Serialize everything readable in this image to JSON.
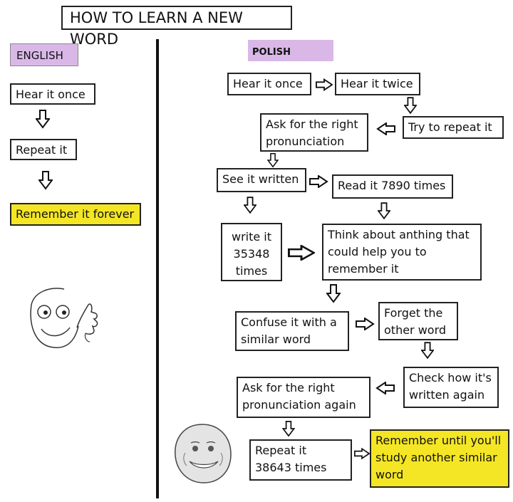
{
  "title": "HOW TO LEARN A NEW WORD",
  "english": {
    "label": "ENGLISH",
    "steps": [
      "Hear it once",
      "Repeat it",
      "Remember it forever"
    ]
  },
  "polish": {
    "label": "POLISH",
    "hear_once": "Hear it once",
    "hear_twice": "Hear it twice",
    "try_repeat": "Try to repeat it",
    "ask_pron": "Ask for the right pronunciation",
    "see_written": "See it written",
    "read_times": "Read it 7890 times",
    "write_times_1": "write it",
    "write_times_2": "35348",
    "write_times_3": "times",
    "think": "Think about anthing that could help you to remember it",
    "confuse": "Confuse it with a similar word",
    "forget": "Forget the other word",
    "check": "Check how it's written again",
    "ask_pron_again": "Ask for the right pronunciation again",
    "repeat_times": "Repeat it 38643 times",
    "remember_until": "Remember until you'll study another similar word"
  },
  "colors": {
    "highlight": "#f5e625",
    "label_bg": "#d9b8e8"
  },
  "icons": [
    "down-arrow-icon",
    "right-arrow-icon",
    "left-arrow-icon",
    "happy-face-icon",
    "forever-alone-face-icon"
  ]
}
